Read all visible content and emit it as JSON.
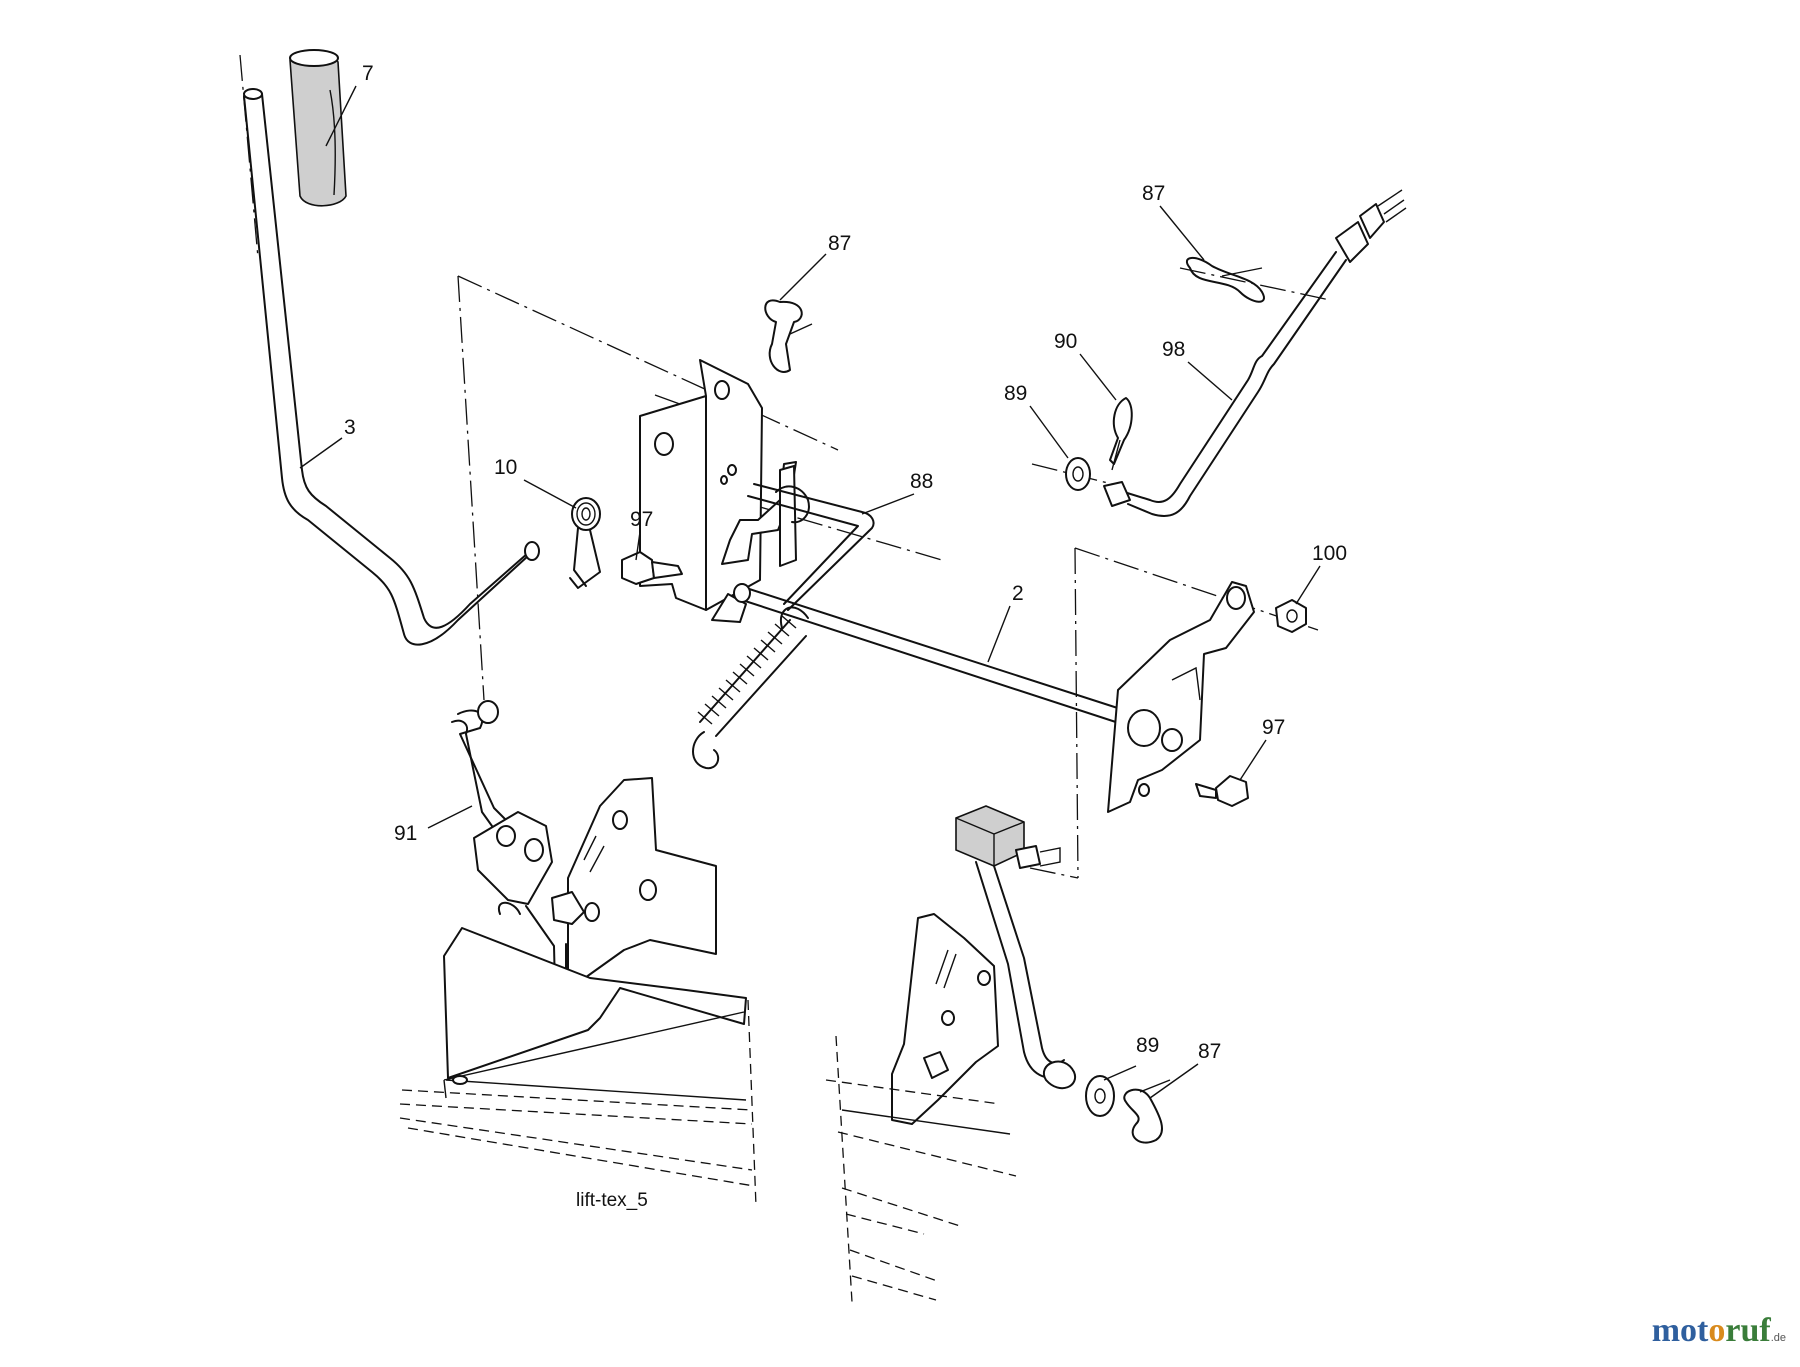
{
  "diagram": {
    "caption": "lift-tex_5",
    "callouts": {
      "c7": "7",
      "c3": "3",
      "c87_upper": "87",
      "c87_right": "87",
      "c87_bottom": "87",
      "c90": "90",
      "c98": "98",
      "c89_upper": "89",
      "c89_bottom": "89",
      "c10": "10",
      "c97_left": "97",
      "c97_right": "97",
      "c88": "88",
      "c2": "2",
      "c100": "100",
      "c91": "91"
    }
  },
  "watermark": {
    "part1": "mot",
    "part2": "o",
    "part3": "ruf",
    "tld": ".de",
    "colors": {
      "blue": "#2f5f9e",
      "orange": "#d98a1c",
      "green": "#3a7d3a"
    }
  }
}
